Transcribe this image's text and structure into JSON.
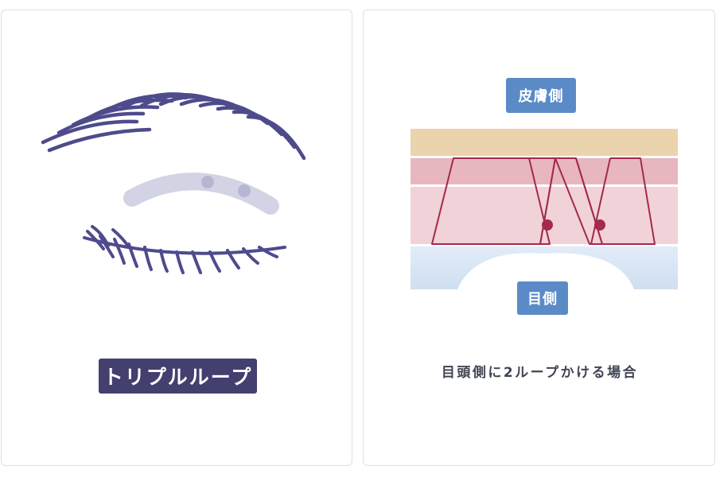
{
  "left_panel": {
    "label": "トリプルループ",
    "colors": {
      "lash": "#4e4b8c",
      "loop": "#d2d3e5",
      "knot": "#b6b6d2",
      "badge": "#433f6e"
    }
  },
  "right_panel": {
    "top_label": "皮膚側",
    "bottom_label": "目側",
    "caption": "目頭側に2ループかける場合",
    "colors": {
      "skin": "#ebd3ad",
      "dermis": "#e8b6bf",
      "tissue": "#f1d2d8",
      "eye_top": "#e2ecf8",
      "eye_bottom": "#cfdff0",
      "thread": "#a32a4c",
      "badge": "#5b8bc7"
    }
  }
}
